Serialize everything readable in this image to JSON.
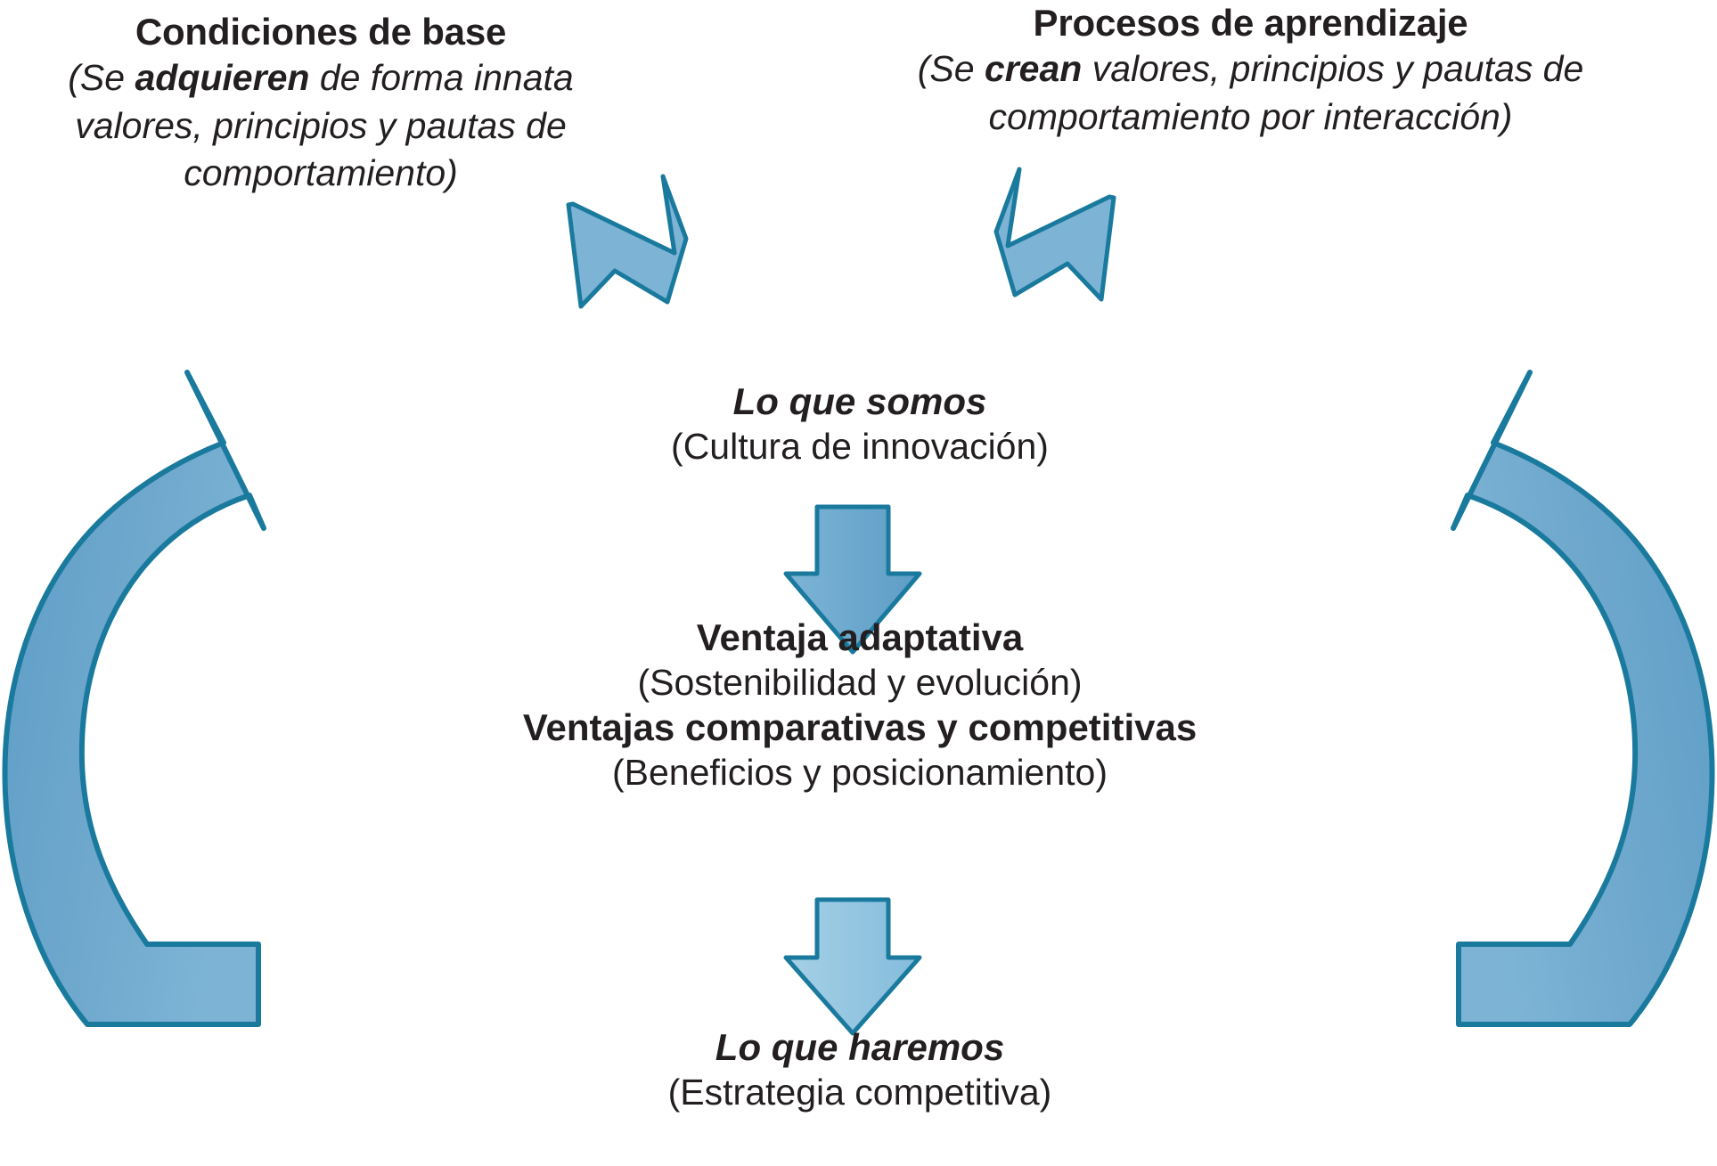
{
  "diagram": {
    "title_left": {
      "heading": "Condiciones de base",
      "sub_prefix": "(Se ",
      "sub_bold": "adquieren",
      "sub_rest": " de forma innata valores, principios y pautas de comportamiento)"
    },
    "title_right": {
      "heading": "Procesos de aprendizaje",
      "sub_prefix": "(Se ",
      "sub_bold": "crean",
      "sub_rest": " valores, principios y pautas de comportamiento por interacción)"
    },
    "nodes": {
      "top": {
        "label": "Lo que somos",
        "detail": "(Cultura de innovación)"
      },
      "middle": {
        "line1": "Ventaja adaptativa",
        "line2": "(Sostenibilidad y evolución)",
        "line3": "Ventajas comparativas y competitivas",
        "line4": "(Beneficios y posicionamiento)"
      },
      "bottom": {
        "label": "Lo que haremos",
        "detail": "(Estrategia competitiva)"
      }
    },
    "arrows": [
      {
        "name": "arrow-from-condiciones-de-base",
        "direction": "down-right",
        "fill": "#5f9fc8",
        "stroke": "#1a7a9e"
      },
      {
        "name": "arrow-from-procesos-de-aprendizaje",
        "direction": "down-left",
        "fill": "#5f9fc8",
        "stroke": "#1a7a9e"
      },
      {
        "name": "arrow-somos-to-ventaja",
        "direction": "down",
        "fill": "#6aa9cf",
        "stroke": "#1a7a9e"
      },
      {
        "name": "arrow-ventaja-to-haremos",
        "direction": "down",
        "fill": "#8fc3de",
        "stroke": "#1a7a9e"
      },
      {
        "name": "arrow-cycle-left",
        "direction": "curved-up-right",
        "fill": "#6fa8cd",
        "stroke": "#1a7a9e"
      },
      {
        "name": "arrow-cycle-right",
        "direction": "curved-up-left",
        "fill": "#6fa8cd",
        "stroke": "#1a7a9e"
      }
    ],
    "colors": {
      "arrow_fill": "#6aa9cf",
      "arrow_fill_light": "#8fc3de",
      "arrow_stroke": "#1a7a9e",
      "text": "#231f20",
      "background": "#ffffff"
    }
  }
}
